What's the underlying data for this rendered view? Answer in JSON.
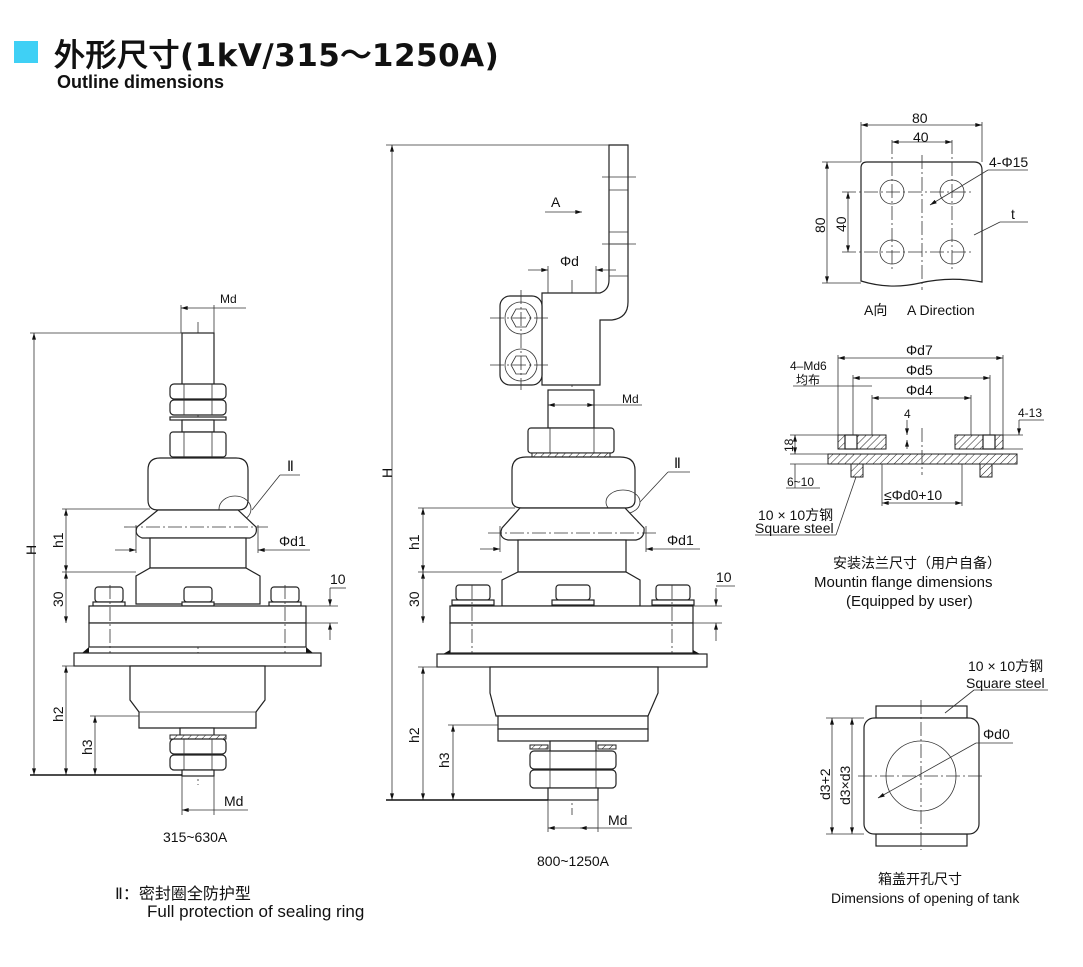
{
  "header": {
    "accent_color": "#3fd0f5",
    "title": "外形尺寸(1kV/315～1250A)",
    "subtitle": "Outline dimensions"
  },
  "views": {
    "small_rating": {
      "caption": "315~630A",
      "labels": {
        "md_top": "Md",
        "md_bottom": "Md",
        "H": "H",
        "h1": "h1",
        "h2": "h2",
        "h3": "h3",
        "d1": "Φd1",
        "dim_30": "30",
        "dim_10": "10",
        "detail": "Ⅱ"
      }
    },
    "large_rating": {
      "caption": "800~1250A",
      "labels": {
        "md_mid": "Md",
        "md_bottom": "Md",
        "H": "H",
        "h1": "h1",
        "h2": "h2",
        "h3": "h3",
        "d1": "Φd1",
        "d": "Φd",
        "dim_30": "30",
        "dim_10": "10",
        "detail": "Ⅱ",
        "view_arrow": "A"
      }
    },
    "a_direction": {
      "caption_cn": "A向",
      "caption_en": "A Direction",
      "labels": {
        "width_outer": "80",
        "width_inner": "40",
        "height_outer": "80",
        "height_inner": "40",
        "holes": "4-Φ15",
        "thickness": "t"
      }
    },
    "mounting_flange": {
      "caption_cn": "安装法兰尺寸（用户自备）",
      "caption_en_1": "Mountin flange dimensions",
      "caption_en_2": "(Equipped by user)",
      "labels": {
        "d7": "Φd7",
        "d5": "Φd5",
        "d4": "Φd4",
        "bolts": "4–Md6",
        "bolts_cn": "均布",
        "dim_4": "4",
        "dim_4_13": "4-13",
        "dim_18": "18",
        "dim_6_10": "6~10",
        "d0": "≤Φd0+10",
        "steel_cn": "10 × 10方钢",
        "steel_en": "Square steel"
      }
    },
    "tank_opening": {
      "caption_cn": "箱盖开孔尺寸",
      "caption_en": "Dimensions of opening of tank",
      "labels": {
        "steel_cn": "10 × 10方钢",
        "steel_en": "Square steel",
        "d0": "Φd0",
        "outer": "d3+2",
        "inner": "d3×d3"
      }
    }
  },
  "legend": {
    "symbol": "Ⅱ：",
    "text_cn": "密封圈全防护型",
    "text_en": "Full protection of sealing ring"
  }
}
